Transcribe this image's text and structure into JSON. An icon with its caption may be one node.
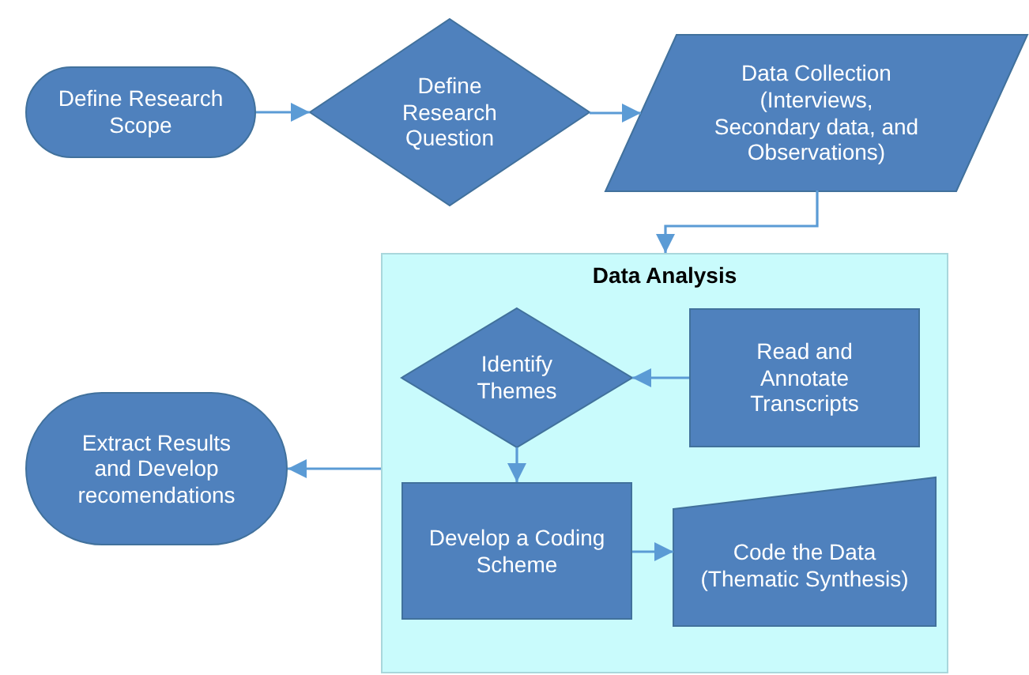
{
  "diagram": {
    "nodes": [
      {
        "text": [
          "Define Research Scope"
        ]
      },
      {
        "text": [
          "Define Research Question"
        ]
      },
      {
        "text": [
          "Data Collection (Interviews, Secondary data, and Observations)"
        ]
      },
      {
        "text": [
          "Data Analysis"
        ]
      },
      {
        "text": [
          "Identify Themes"
        ],
        "in": 3
      },
      {
        "text": [
          "Read and Annotate Transcripts"
        ],
        "in": 3
      },
      {
        "text": [
          "Develop a Coding Scheme"
        ],
        "in": 3
      },
      {
        "text": [
          "Code the Data (Thematic Synthesis)"
        ],
        "in": 3
      },
      {
        "text": [
          "Extract Results and Develop recomendations"
        ]
      }
    ],
    "edges": [
      {
        "from": 0,
        "to": 1,
        "arrow": "to"
      },
      {
        "from": 1,
        "to": 2,
        "arrow": "to"
      },
      {
        "from": 2,
        "to": 3,
        "arrow": "to"
      },
      {
        "from": 5,
        "to": 4,
        "arrow": "to"
      },
      {
        "from": 4,
        "to": 6,
        "arrow": "to"
      },
      {
        "from": 6,
        "to": 7,
        "arrow": "to"
      },
      {
        "from": 3,
        "to": 8,
        "arrow": "to"
      }
    ]
  }
}
